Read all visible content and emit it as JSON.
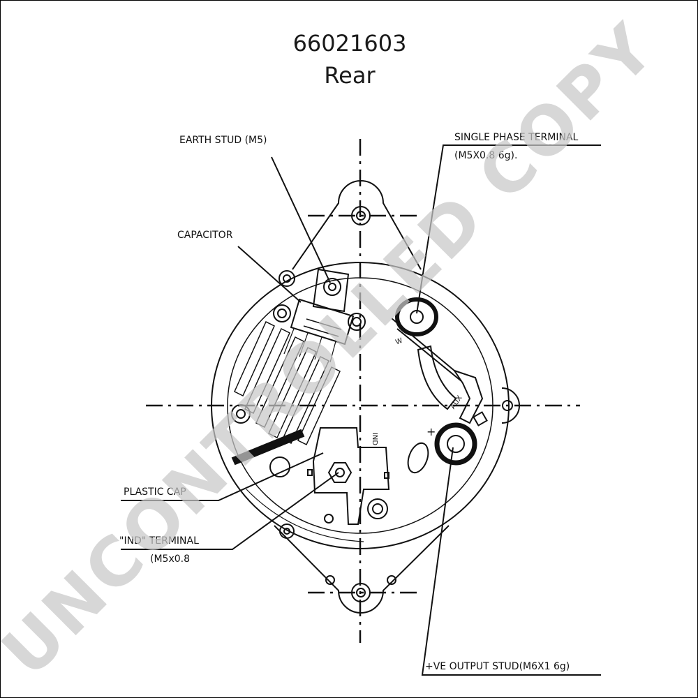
{
  "header": {
    "part_number": "66021603",
    "view": "Rear"
  },
  "callouts": {
    "earth_stud": "EARTH STUD (M5)",
    "capacitor": "CAPACITOR",
    "single_phase_terminal_line1": "SINGLE PHASE TERMINAL",
    "single_phase_terminal_line2": "(M5X0.8 6g).",
    "plastic_cap": "PLASTIC CAP",
    "ind_terminal_line1": "\"IND\" TERMINAL",
    "ind_terminal_line2": "(M5x0.8",
    "ve_output_stud": "+VE OUTPUT STUD(M6X1 6g)"
  },
  "markings": {
    "w": "W",
    "aux": "AUX",
    "ind": "IND",
    "plus": "+"
  },
  "watermark": "UNCONTROLLED COPY"
}
